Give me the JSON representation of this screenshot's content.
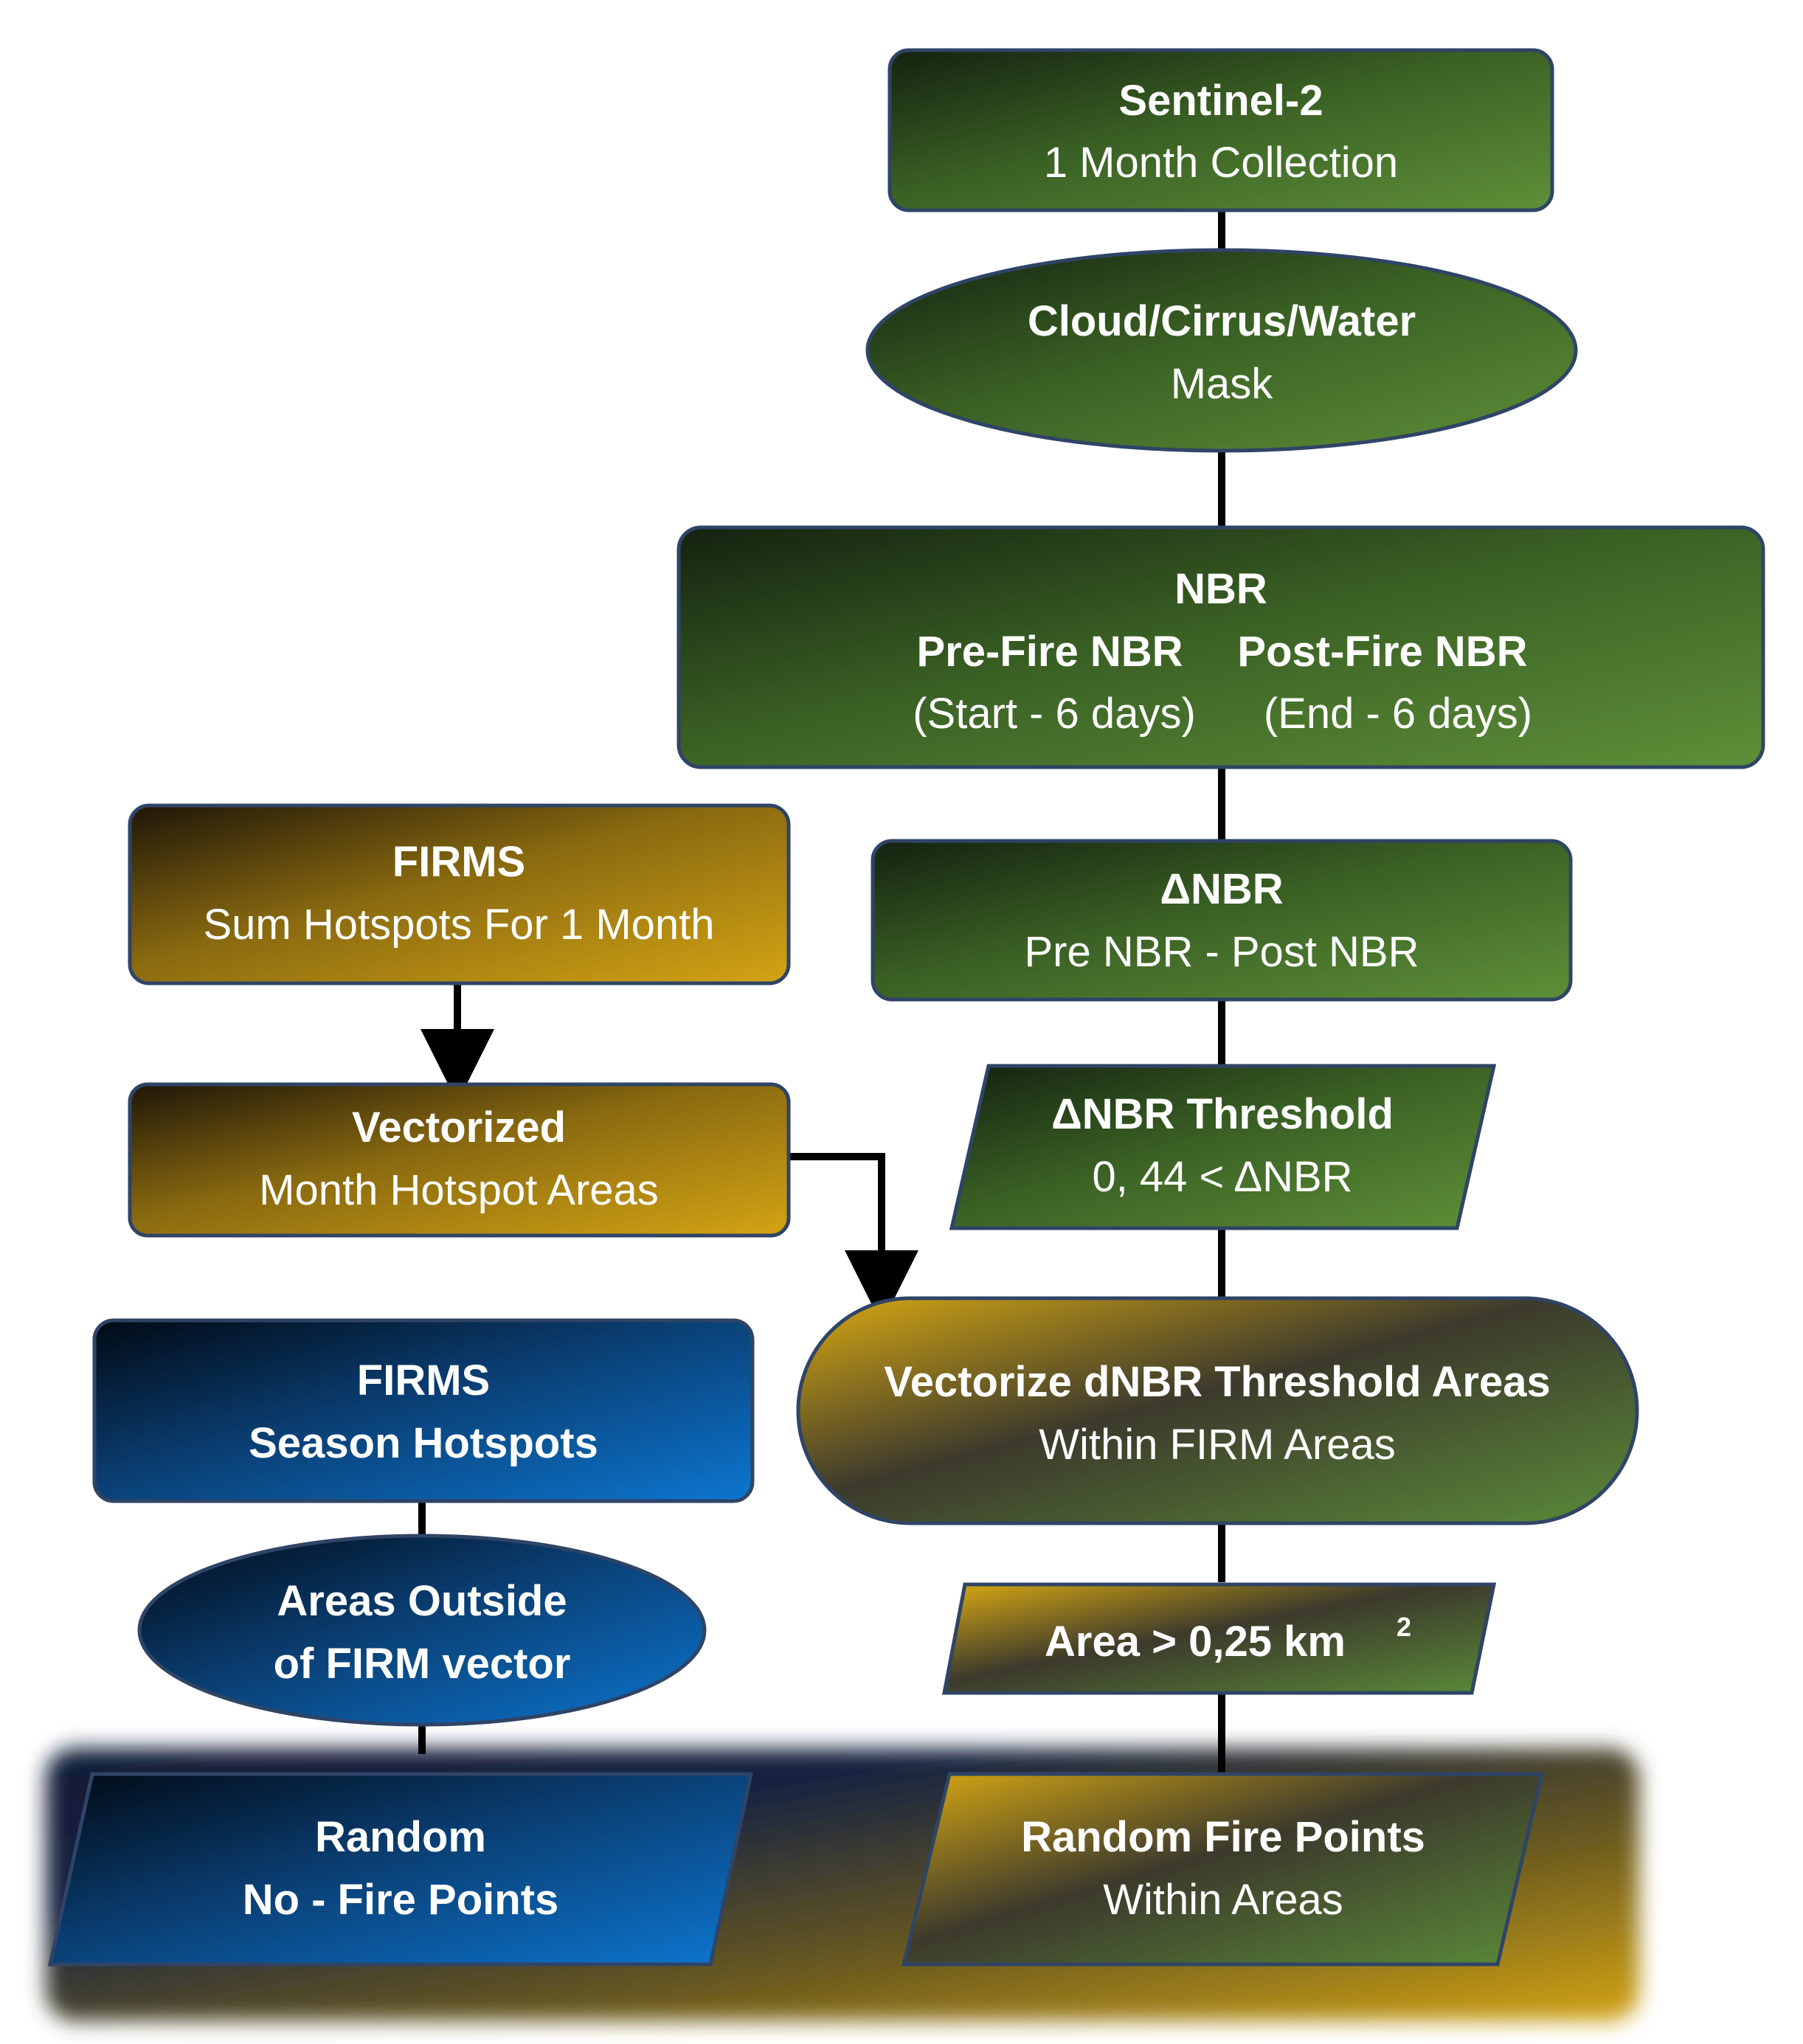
{
  "nodes": {
    "sentinel": {
      "title": "Sentinel-2",
      "subtitle": "1 Month Collection"
    },
    "cloud_mask": {
      "title": "Cloud/Cirrus/Water",
      "subtitle": "Mask"
    },
    "nbr": {
      "title": "NBR",
      "pre_label": "Pre-Fire NBR",
      "post_label": "Post-Fire NBR",
      "pre_detail": "(Start - 6 days)",
      "post_detail": "(End - 6 days)"
    },
    "delta_nbr": {
      "title": "ΔNBR",
      "subtitle": "Pre NBR - Post NBR"
    },
    "delta_threshold": {
      "title": "ΔNBR Threshold",
      "subtitle": "0, 44 < ΔNBR"
    },
    "firms_month": {
      "title": "FIRMS",
      "subtitle": "Sum Hotspots For 1 Month"
    },
    "vectorized": {
      "title": "Vectorized",
      "subtitle": "Month Hotspot Areas"
    },
    "vectorize_dnbr": {
      "title": "Vectorize dNBR Threshold Areas",
      "subtitle": "Within FIRM Areas"
    },
    "firms_season": {
      "title": "FIRMS",
      "subtitle": "Season Hotspots"
    },
    "areas_outside": {
      "line1": "Areas Outside",
      "line2": "of FIRM vector"
    },
    "area_filter": {
      "label": "Area  > 0,25 km",
      "superscript": "2"
    },
    "random_nofire": {
      "line1": "Random",
      "line2": "No - Fire Points"
    },
    "random_fire": {
      "title": "Random Fire Points",
      "subtitle": "Within Areas"
    }
  },
  "colors": {
    "green_dark": "#1a2a12",
    "green_light": "#5a8a3a",
    "gold_dark": "#1c1408",
    "gold_light": "#c89a12",
    "blue_dark": "#03101e",
    "blue_light": "#0a70c8",
    "border": "#2f4466",
    "connector": "#000000"
  }
}
